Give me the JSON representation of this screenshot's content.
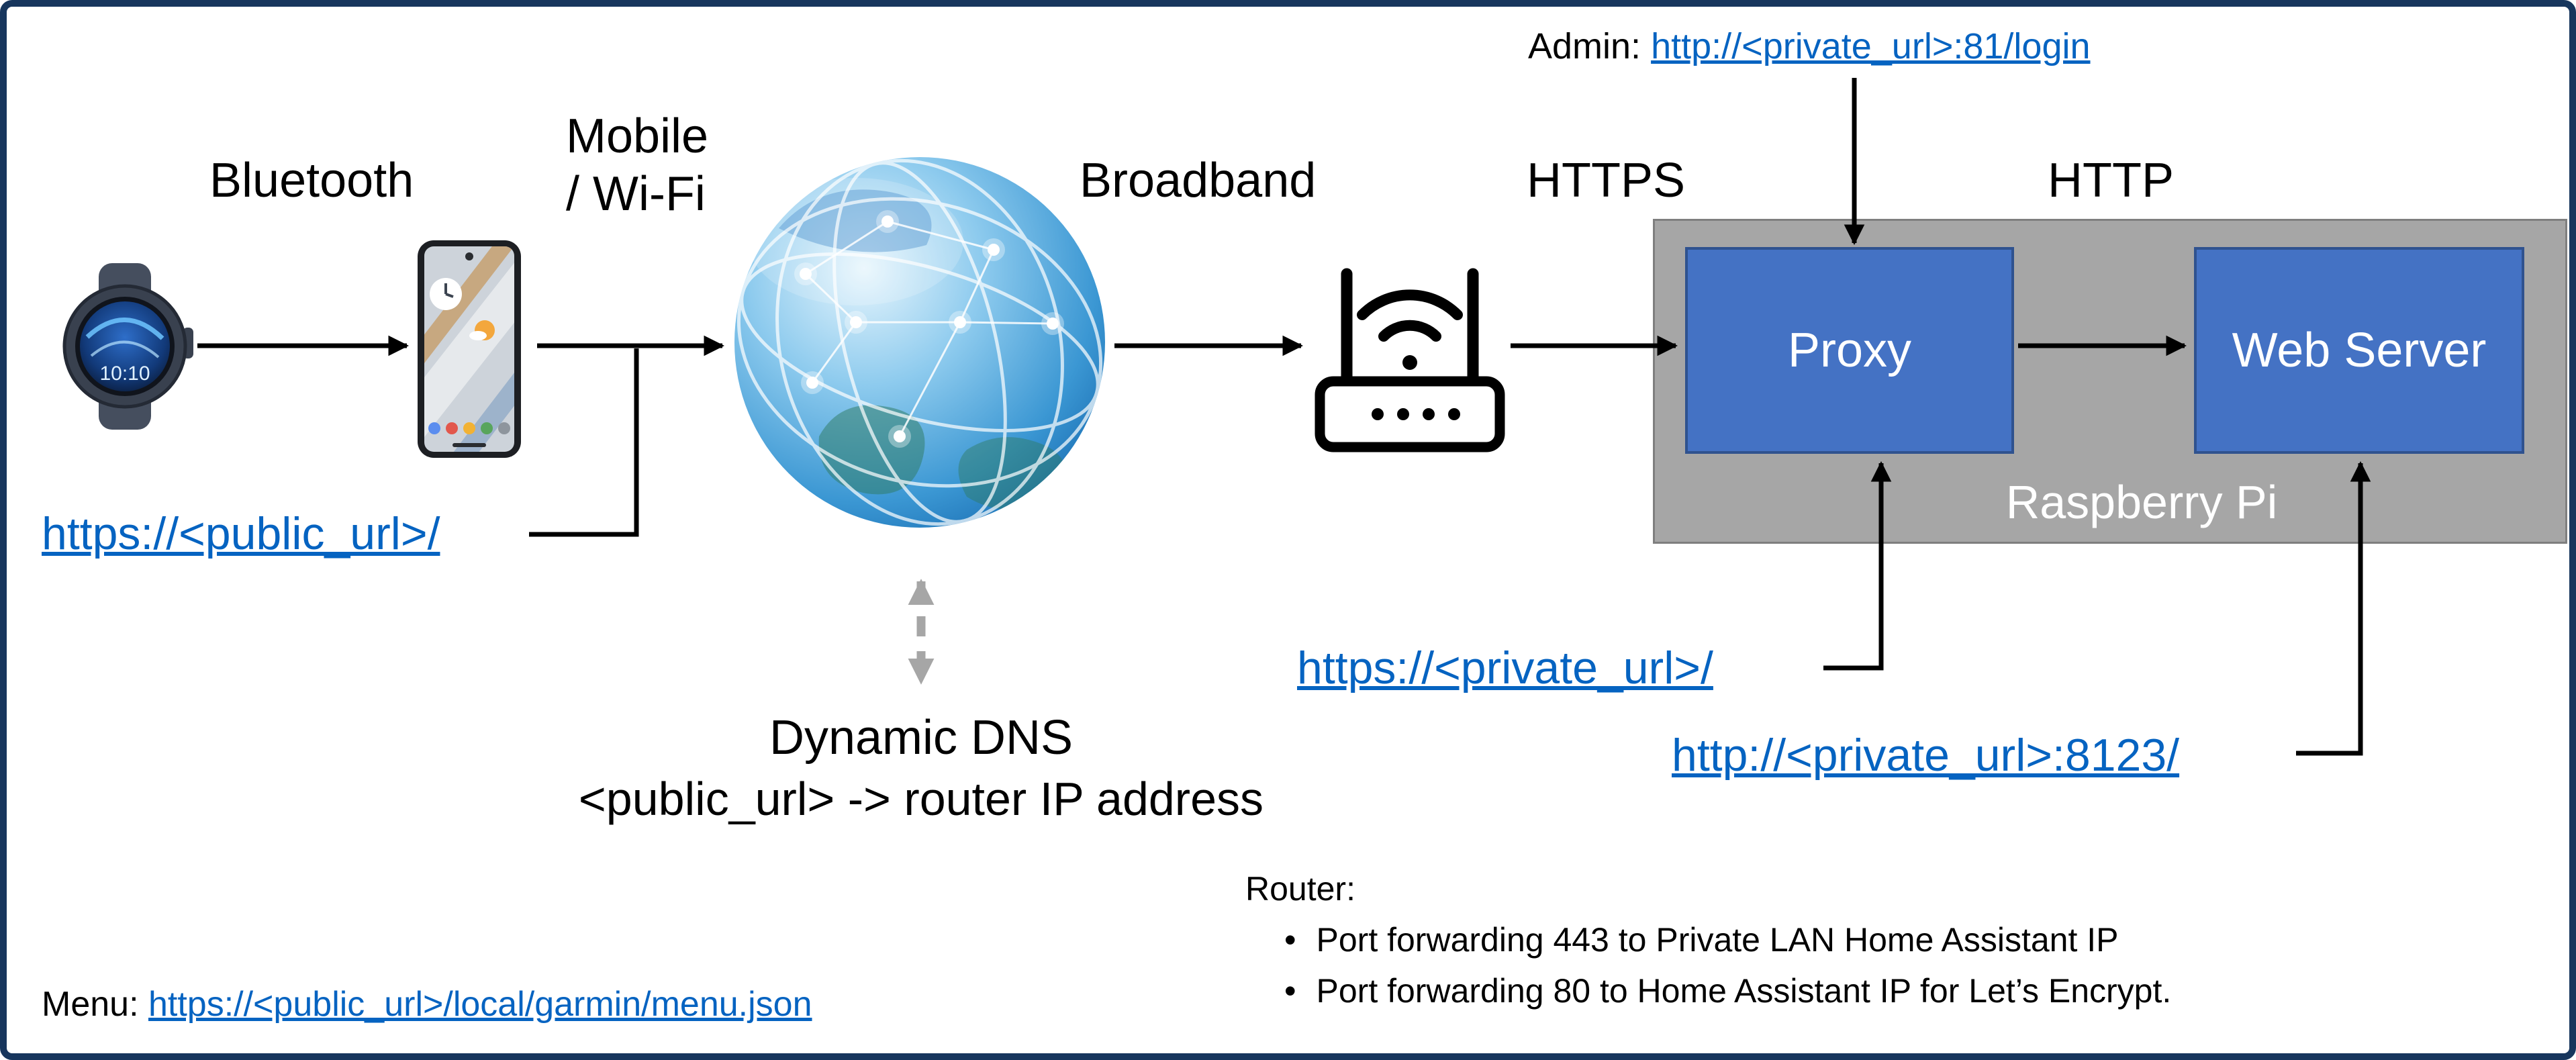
{
  "diagram": {
    "devices": {
      "smartwatch_time": "10:10"
    },
    "labels": {
      "bluetooth": "Bluetooth",
      "mobile_line1": "Mobile",
      "mobile_line2": "/ Wi-Fi",
      "broadband": "Broadband",
      "https": "HTTPS",
      "http": "HTTP"
    },
    "nodes": {
      "proxy": "Proxy",
      "web_server": "Web Server",
      "raspberry_pi": "Raspberry Pi"
    },
    "dns": {
      "line1": "Dynamic DNS",
      "line2": "<public_url> -> router IP address"
    },
    "annotations": {
      "admin_prefix": "Admin: ",
      "admin_link": "http://<private_url>:81/login",
      "public_url_link": "https://<public_url>/",
      "private_url_link": "https://<private_url>/",
      "private_url_8123_link": "http://<private_url>:8123/",
      "menu_prefix": "Menu: ",
      "menu_link": "https://<public_url>/local/garmin/menu.json"
    },
    "router_notes": {
      "title": "Router:",
      "bullet_char": "•",
      "bullets": [
        "Port forwarding 443 to Private LAN Home Assistant IP",
        "Port forwarding 80 to Home Assistant IP for Let’s Encrypt."
      ]
    },
    "colors": {
      "border_navy": "#17365d",
      "node_blue": "#4472c4",
      "node_blue_border": "#2f528f",
      "raspberry_gray": "#a6a6a6",
      "link_blue": "#0563c1",
      "arrow_black": "#000000",
      "dashed_gray": "#a6a6a6"
    }
  }
}
